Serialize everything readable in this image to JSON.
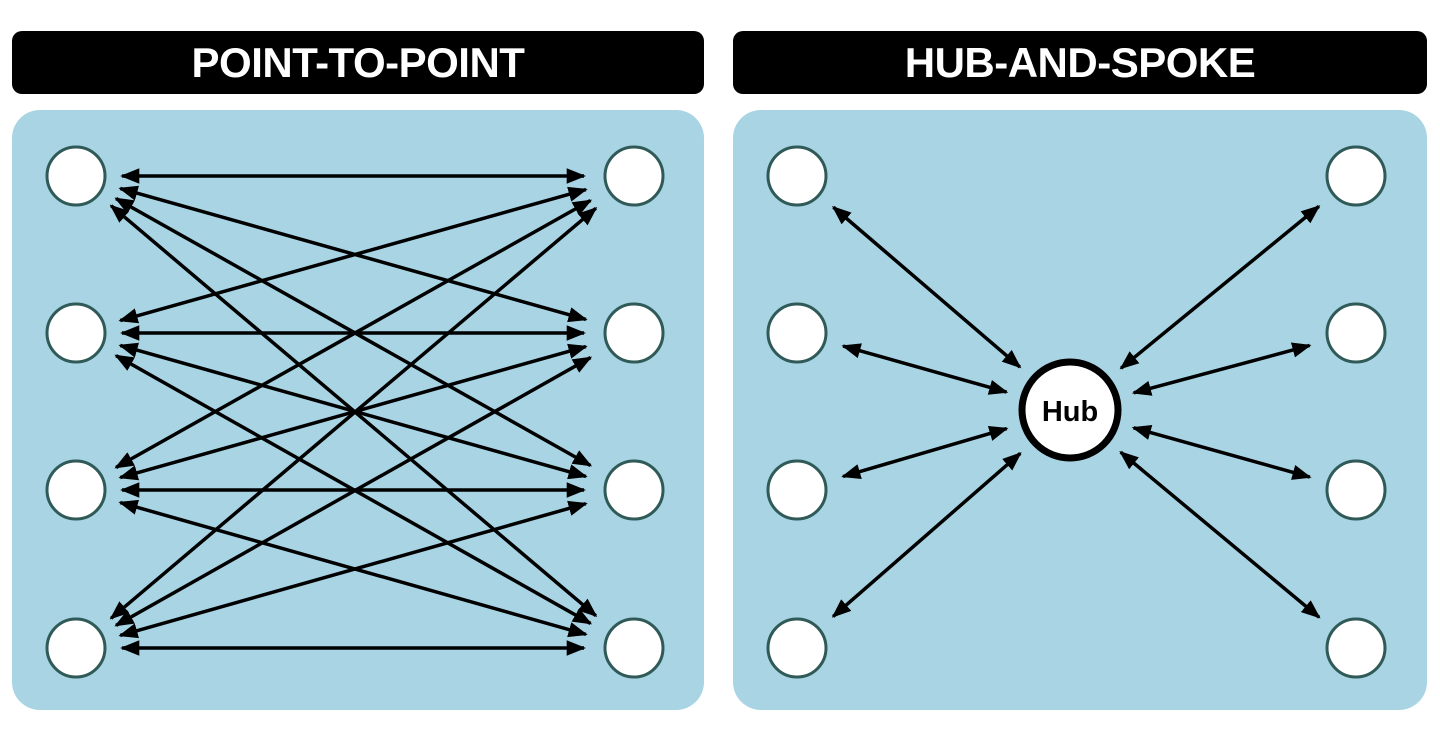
{
  "colors": {
    "panel_fill": "#a8d4e4",
    "header_fill": "#000000",
    "header_text": "#ffffff",
    "node_fill": "#ffffff",
    "node_stroke": "#2f5a57",
    "arrow": "#000000"
  },
  "left_panel": {
    "title": "POINT-TO-POINT",
    "left_nodes": 4,
    "right_nodes": 4,
    "connection": "every left node connected to every right node (bidirectional)"
  },
  "right_panel": {
    "title": "HUB-AND-SPOKE",
    "hub_label": "Hub",
    "left_nodes": 4,
    "right_nodes": 4,
    "connection": "every node connected to the central hub (bidirectional)"
  }
}
